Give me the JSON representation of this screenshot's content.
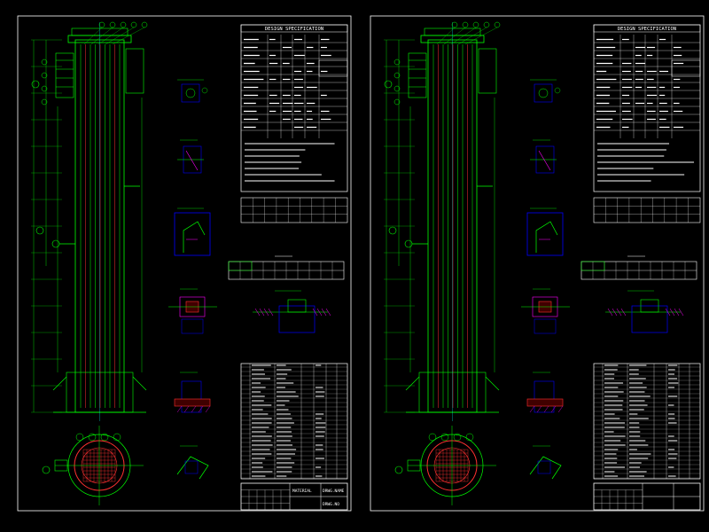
{
  "colors": {
    "background": "#000000",
    "border": "#ffffff",
    "vessel": "#00ff00",
    "tubes": "#ff3030",
    "dims": "#00ffff",
    "details": "#0000ff",
    "hatch": "#ff00ff",
    "table": "#ffffff",
    "tableHighlight": "#00ff00"
  },
  "sheets": [
    {
      "spec_title": "DESIGN SPECIFICATION",
      "material_label": "MATERIAL",
      "drawing_name_label": "DRWG.NAME",
      "drawing_no_label": "DRWG.NO"
    },
    {
      "spec_title": "DESIGN SPECIFICATION",
      "material_label": "",
      "drawing_name_label": "",
      "drawing_no_label": ""
    }
  ]
}
